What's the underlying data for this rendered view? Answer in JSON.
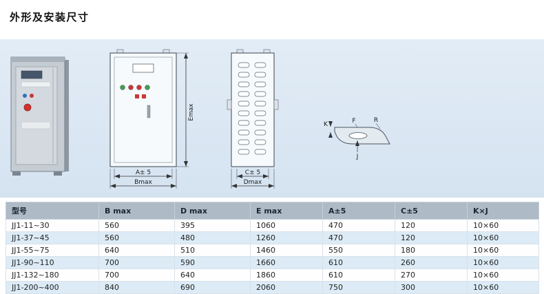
{
  "page": {
    "title": "外形及安装尺寸"
  },
  "drawings": {
    "front_view": {
      "dim_a": "A± 5",
      "dim_b": "Bmax",
      "dim_e": "Emax"
    },
    "side_view": {
      "dim_c": "C± 5",
      "dim_d": "Dmax"
    },
    "slot_detail": {
      "label_f": "F",
      "label_r": "R",
      "label_k": "K",
      "label_j": "J"
    }
  },
  "table": {
    "headers": [
      "型号",
      "B max",
      "D max",
      "E max",
      "A±5",
      "C±5",
      "K×J"
    ],
    "rows": [
      [
        "JJ1-11~30",
        "560",
        "395",
        "1060",
        "470",
        "120",
        "10×60"
      ],
      [
        "JJ1-37~45",
        "560",
        "480",
        "1260",
        "470",
        "120",
        "10×60"
      ],
      [
        "JJ1-55~75",
        "640",
        "510",
        "1460",
        "550",
        "180",
        "10×60"
      ],
      [
        "JJ1-90~110",
        "700",
        "590",
        "1660",
        "610",
        "260",
        "10×60"
      ],
      [
        "JJ1-132~180",
        "700",
        "640",
        "1860",
        "610",
        "270",
        "10×60"
      ],
      [
        "JJ1-200~400",
        "840",
        "690",
        "2060",
        "750",
        "300",
        "10×60"
      ]
    ]
  },
  "colors": {
    "panel_bg": "#d9e6f2",
    "table_header_bg": "#aebbc7",
    "row_alt_bg": "#dcebf6",
    "line_color": "#4a545e"
  }
}
